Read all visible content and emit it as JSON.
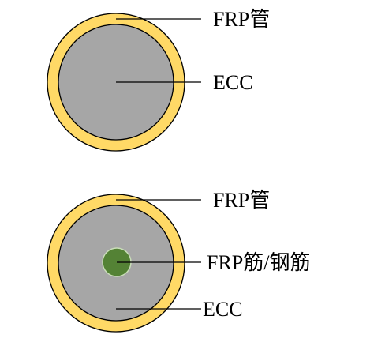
{
  "colors": {
    "tube": "#FFD966",
    "concrete": "#A6A6A6",
    "rebar": "#548235",
    "outline": "#000000",
    "background": "#FFFFFF"
  },
  "sections": [
    {
      "labels": {
        "tube": "FRP管",
        "core": "ECC"
      }
    },
    {
      "labels": {
        "tube": "FRP管",
        "rebar": "FRP筋/钢筋",
        "core": "ECC"
      }
    }
  ]
}
